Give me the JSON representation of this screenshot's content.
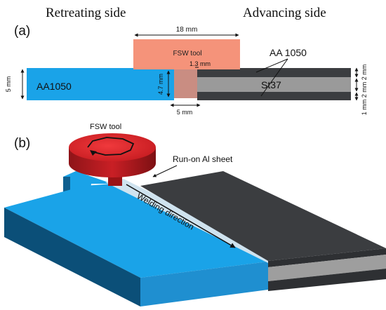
{
  "headings": {
    "retreating": "Retreating side",
    "advancing": "Advancing side"
  },
  "panel_a": {
    "label": "(a)",
    "tool_label": "FSW tool",
    "tool_width": "18 mm",
    "gap": "1.3 mm",
    "al_label": "AA1050",
    "al_thickness": "5 mm",
    "offset_height": "4.7 mm",
    "offset_width": "5 mm",
    "clad_label": "AA 1050",
    "steel_label": "St37",
    "layer_thickness": "1 mm 2 mm 2 mm"
  },
  "panel_b": {
    "label": "(b)",
    "tool_label": "FSW tool",
    "runon_label": "Run-on Al sheet",
    "direction_label": "Welding direction"
  },
  "colors": {
    "aluminum": "#1aa3e8",
    "tool_a": "#f5937a",
    "tool_b": "#d8262a",
    "steel": "#3b3d40",
    "steel_mid": "#9a9a9a"
  }
}
